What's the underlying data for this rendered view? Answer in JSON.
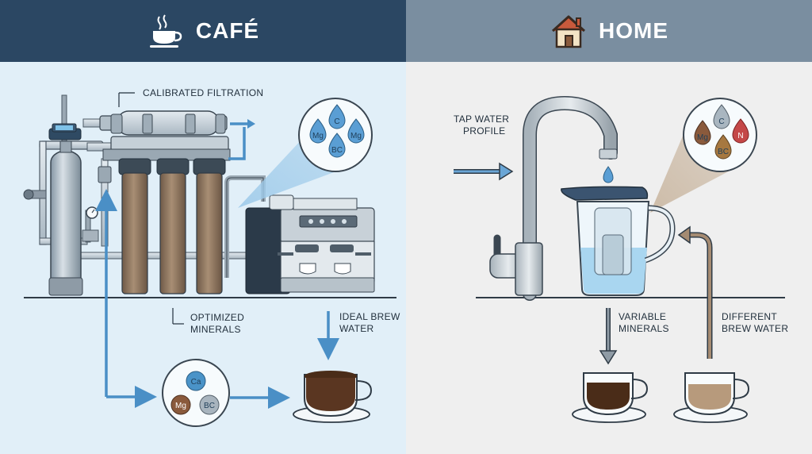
{
  "header": {
    "cafe_title": "CAFÉ",
    "home_title": "HOME",
    "cafe_icon": "coffee-cup-icon",
    "home_icon": "house-icon"
  },
  "cafe": {
    "label_filtration": "CALIBRATED FILTRATION",
    "label_minerals_line1": "OPTIMIZED",
    "label_minerals_line2": "MINERALS",
    "label_brew_line1": "IDEAL BREW",
    "label_brew_line2": "WATER",
    "bubble_ions": [
      "C",
      "Mg",
      "Mg",
      "BC"
    ],
    "mineral_ions": [
      "Ca",
      "Mg",
      "BC"
    ]
  },
  "home": {
    "label_tap_line1": "TAP WATER",
    "label_tap_line2": "PROFILE",
    "label_variable_line1": "VARIABLE",
    "label_variable_line2": "MINERALS",
    "label_different_line1": "DIFFERENT",
    "label_different_line2": "BREW WATER",
    "bubble_ions": [
      "C",
      "Mg",
      "N",
      "BC"
    ]
  },
  "colors": {
    "cafe_header": "#2b4763",
    "home_header": "#7a8ea0",
    "cafe_bg": "#e1eff8",
    "home_bg": "#efefef",
    "arrow_blue": "#4a8fc6",
    "arrow_gray": "#6e7e8c",
    "arrow_brown": "#8a7360"
  }
}
